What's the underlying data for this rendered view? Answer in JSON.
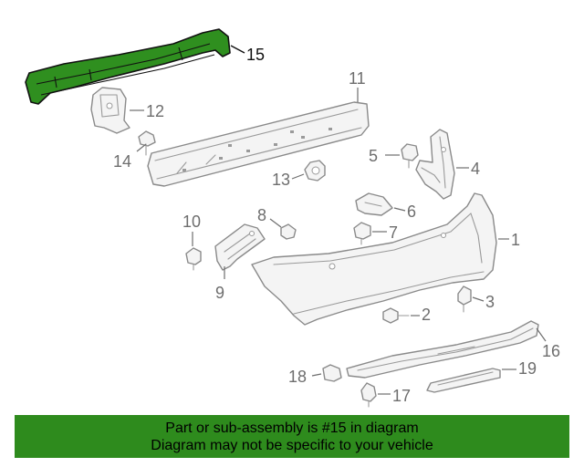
{
  "callouts": {
    "c1": "1",
    "c2": "2",
    "c3": "3",
    "c4": "4",
    "c5": "5",
    "c6": "6",
    "c7": "7",
    "c8": "8",
    "c9": "9",
    "c10": "10",
    "c11": "11",
    "c12": "12",
    "c13": "13",
    "c14": "14",
    "c15": "15",
    "c16": "16",
    "c17": "17",
    "c18": "18",
    "c19": "19"
  },
  "highlight_color": "#2e8b1d",
  "banner": {
    "line1": "Part or sub-assembly is #15 in diagram",
    "line2": "Diagram may not be specific to your vehicle"
  }
}
